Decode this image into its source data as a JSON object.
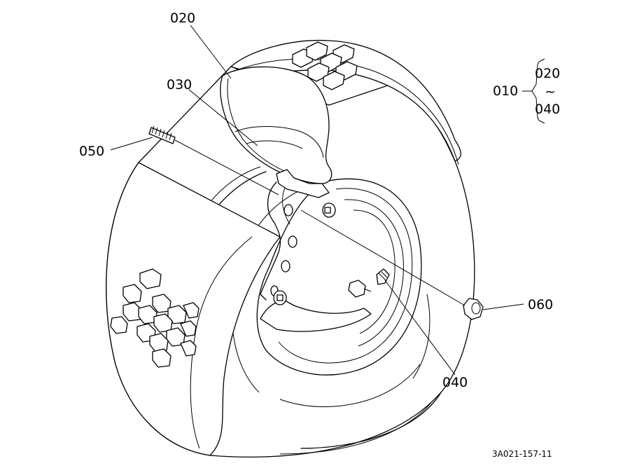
{
  "callouts": [
    {
      "id": "020",
      "label": "020"
    },
    {
      "id": "030",
      "label": "030"
    },
    {
      "id": "050",
      "label": "050"
    },
    {
      "id": "060",
      "label": "060"
    },
    {
      "id": "040",
      "label": "040"
    }
  ],
  "group": {
    "parent": "010",
    "from": "020",
    "sep": "~",
    "to": "040"
  },
  "drawing_code": "3A021-157-11"
}
